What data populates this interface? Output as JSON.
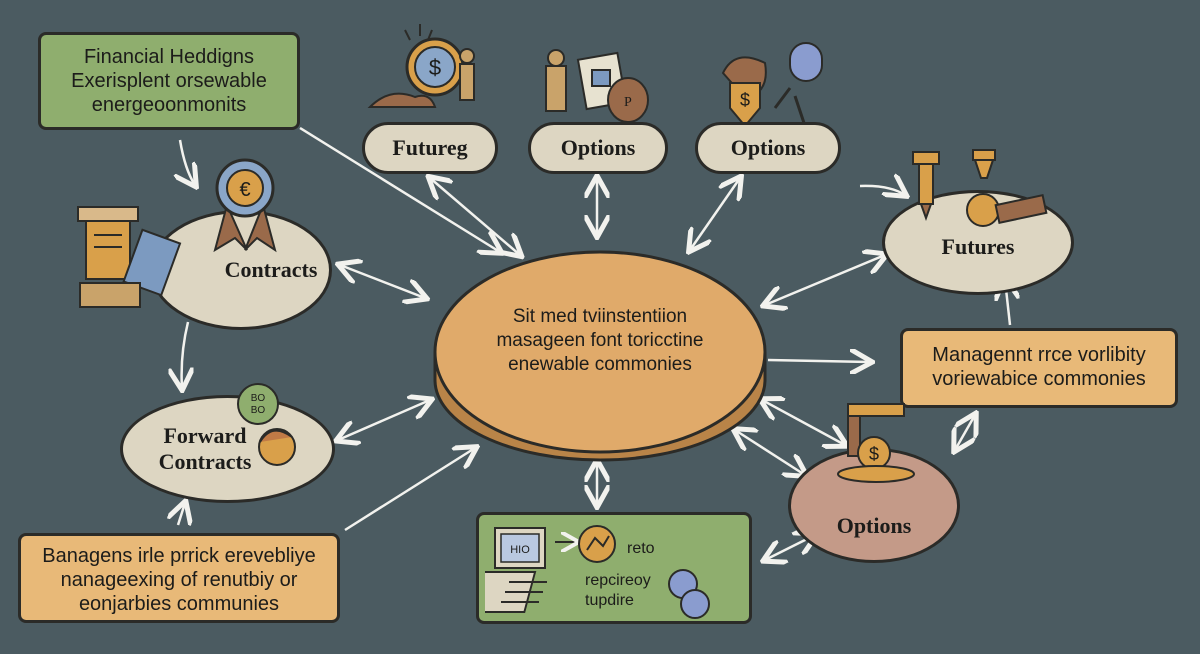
{
  "colors": {
    "background": "#4b5b61",
    "green_box": "#8fae6e",
    "tan_box": "#e8b978",
    "cream_node": "#ddd6c2",
    "rose_node": "#c49a88",
    "center_disc": "#e0aa6a",
    "outline": "#2b2b28",
    "arrow": "#f2f2ee"
  },
  "center": {
    "lines": [
      "Sit med tviinstentiion",
      "masageen font toricctine",
      "enewable commonies"
    ]
  },
  "top_left_box": {
    "lines": [
      "Financial Heddigns",
      "Exerisplent orsewable",
      "energeoonmonits"
    ]
  },
  "bottom_left_box": {
    "lines": [
      "Banagens irle prrick erevebliye",
      "nanageexing of renutbiy or",
      "eonjarbies communies"
    ]
  },
  "right_box": {
    "lines": [
      "Managennt rrce vorlibity",
      "voriewabice commonies"
    ]
  },
  "nodes": {
    "top1": "Futureg",
    "top2": "Options",
    "top3": "Options",
    "contracts": "Contracts",
    "forward": [
      "Forward",
      "Contracts"
    ],
    "futures_right": "Futures",
    "options_bottom_right": "Options"
  },
  "bottom_box": {
    "screen_label": "HIO",
    "label1": "reto",
    "label2": "repcireoy",
    "label3": "tupdire"
  },
  "icons": {
    "dollar": "$",
    "euro": "€",
    "speech": [
      "BO",
      "BO"
    ],
    "p": "P"
  }
}
